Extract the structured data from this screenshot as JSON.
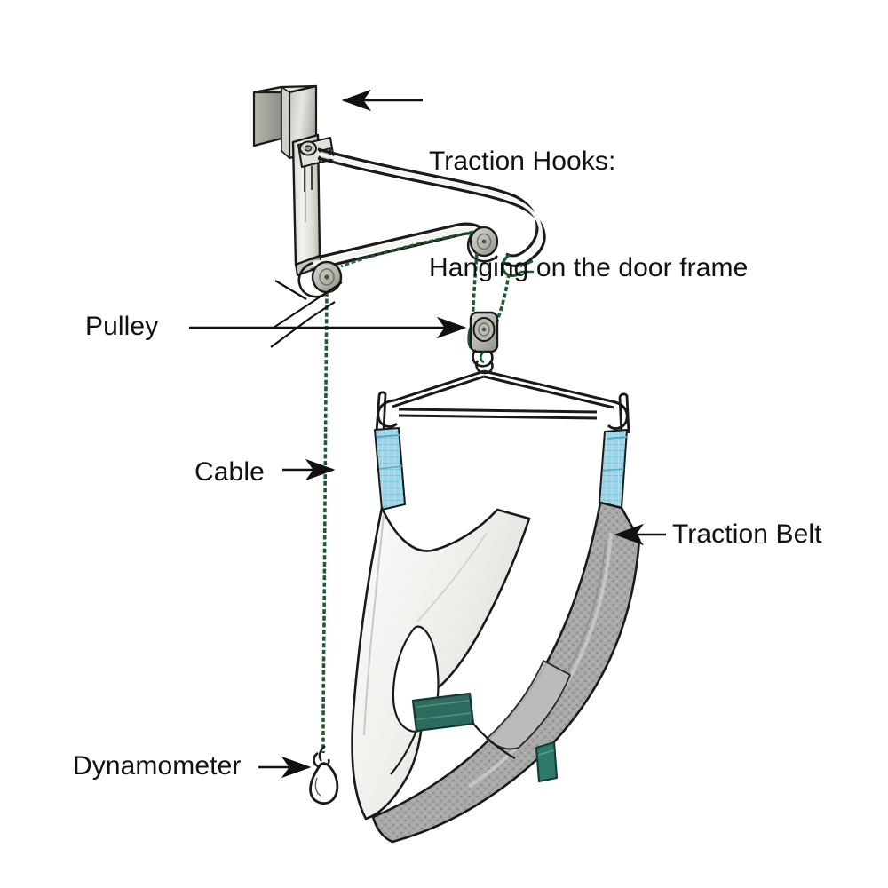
{
  "diagram": {
    "title": "Over-door cervical traction device",
    "background_color": "#ffffff"
  },
  "annotations": [
    {
      "id": "traction-hooks",
      "line1": "Traction Hooks:",
      "line2": "Hanging on the door frame",
      "arrow_direction": "left"
    },
    {
      "id": "pulley",
      "label": "Pulley",
      "arrow_direction": "right"
    },
    {
      "id": "cable",
      "label": "Cable",
      "arrow_direction": "right"
    },
    {
      "id": "traction-belt",
      "label": "Traction Belt",
      "arrow_direction": "left"
    },
    {
      "id": "dynamometer",
      "label": "Dynamometer",
      "arrow_direction": "right"
    }
  ],
  "labels": {
    "hooks_line1": "Traction Hooks:",
    "hooks_line2": "Hanging on the door frame",
    "pulley": "Pulley",
    "cable": "Cable",
    "traction_belt": "Traction Belt",
    "dynamometer": "Dynamometer"
  },
  "colors": {
    "text": "#121212",
    "leader_line": "#111111",
    "cable_green": "#1d5c2e",
    "strap_blue": "#9ed6e8",
    "strap_blue_dark": "#63b9d2",
    "tab_teal": "#2d6b5f",
    "mesh_gray": "#a8a9a6",
    "metal_light": "#e9eae4",
    "metal_mid": "#c9cbc2",
    "metal_dark": "#9ea097",
    "outline": "#1a1a1a",
    "sling_white": "#f2f2ef"
  },
  "parts": [
    {
      "name": "door-frame-hook-bracket",
      "description": "Stainless steel bracket hooking over the top of a door frame"
    },
    {
      "name": "vertical-support-plate",
      "description": "Vertical metal plate hanging below the hook"
    },
    {
      "name": "upper-pulley",
      "description": "Pulley at the bottom of the support plate"
    },
    {
      "name": "swivel-arm",
      "description": "Curved tubular arm extending right from the bracket"
    },
    {
      "name": "arm-pulley",
      "description": "Pulley mounted on the horizontal arm"
    },
    {
      "name": "hanging-pulley",
      "description": "Floating pulley block suspended on the cable loop"
    },
    {
      "name": "spreader-bar",
      "description": "Coat-hanger shaped spreader bar with end hooks"
    },
    {
      "name": "chin-support",
      "description": "White chin support panel of the traction belt"
    },
    {
      "name": "occipital-strap",
      "description": "Gray mesh occipital / back-of-head strap"
    },
    {
      "name": "green-cable",
      "description": "Dark green twisted traction cord"
    },
    {
      "name": "dynamometer-gauge",
      "description": "Teardrop shaped force gauge at the cord end"
    }
  ]
}
